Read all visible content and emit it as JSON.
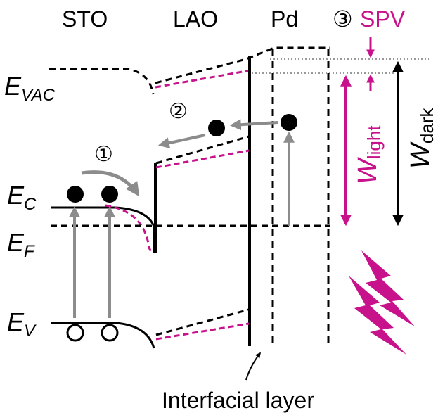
{
  "layers": {
    "sto": "STO",
    "lao": "LAO",
    "pd": "Pd"
  },
  "levels": {
    "vac": {
      "main": "E",
      "sub": "VAC"
    },
    "c": {
      "main": "E",
      "sub": "C"
    },
    "f": {
      "main": "E",
      "sub": "F"
    },
    "v": {
      "main": "E",
      "sub": "V"
    }
  },
  "steps": {
    "one": "①",
    "two": "②",
    "three": "③"
  },
  "spv_label": "SPV",
  "w_light": {
    "main": "W",
    "sub": "light"
  },
  "w_dark": {
    "main": "W",
    "sub": "dark"
  },
  "interfacial_label": "Interfacial layer",
  "colors": {
    "magenta": "#c8128c",
    "gray_arrow": "#8c8c8c",
    "black": "#000000"
  }
}
